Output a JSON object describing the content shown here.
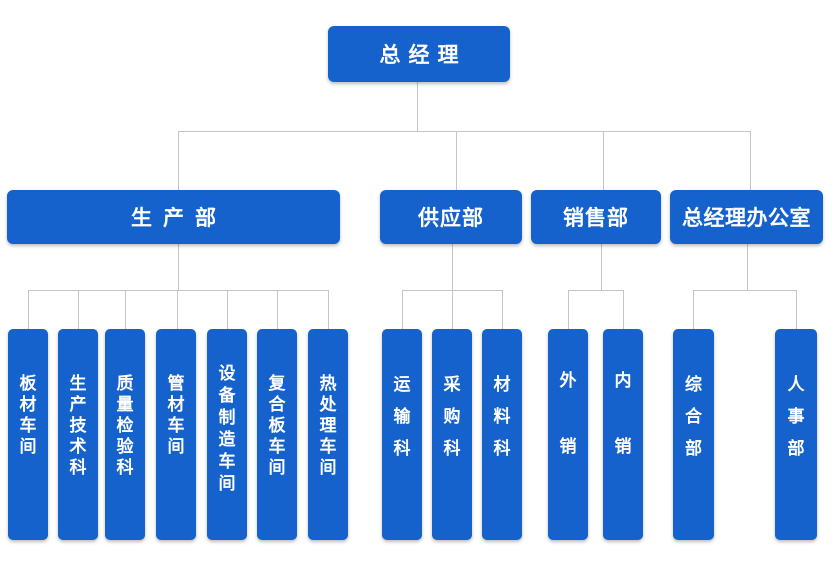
{
  "colors": {
    "node_fill": "#1562cc",
    "node_text": "#ffffff",
    "connector": "#c3c5c6"
  },
  "org": {
    "root": {
      "label": "总经理"
    },
    "departments": [
      {
        "label": "生产部"
      },
      {
        "label": "供应部"
      },
      {
        "label": "销售部"
      },
      {
        "label": "总经理办公室"
      }
    ],
    "units": [
      {
        "label": "板材车间"
      },
      {
        "label": "生产技术科"
      },
      {
        "label": "质量检验科"
      },
      {
        "label": "管材车间"
      },
      {
        "label": "设备制造车间"
      },
      {
        "label": "复合板车间"
      },
      {
        "label": "热处理车间"
      },
      {
        "label": "运输科"
      },
      {
        "label": "采购科"
      },
      {
        "label": "材料科"
      },
      {
        "label": "外销"
      },
      {
        "label": "内销"
      },
      {
        "label": "综合部"
      },
      {
        "label": "人事部"
      }
    ]
  }
}
